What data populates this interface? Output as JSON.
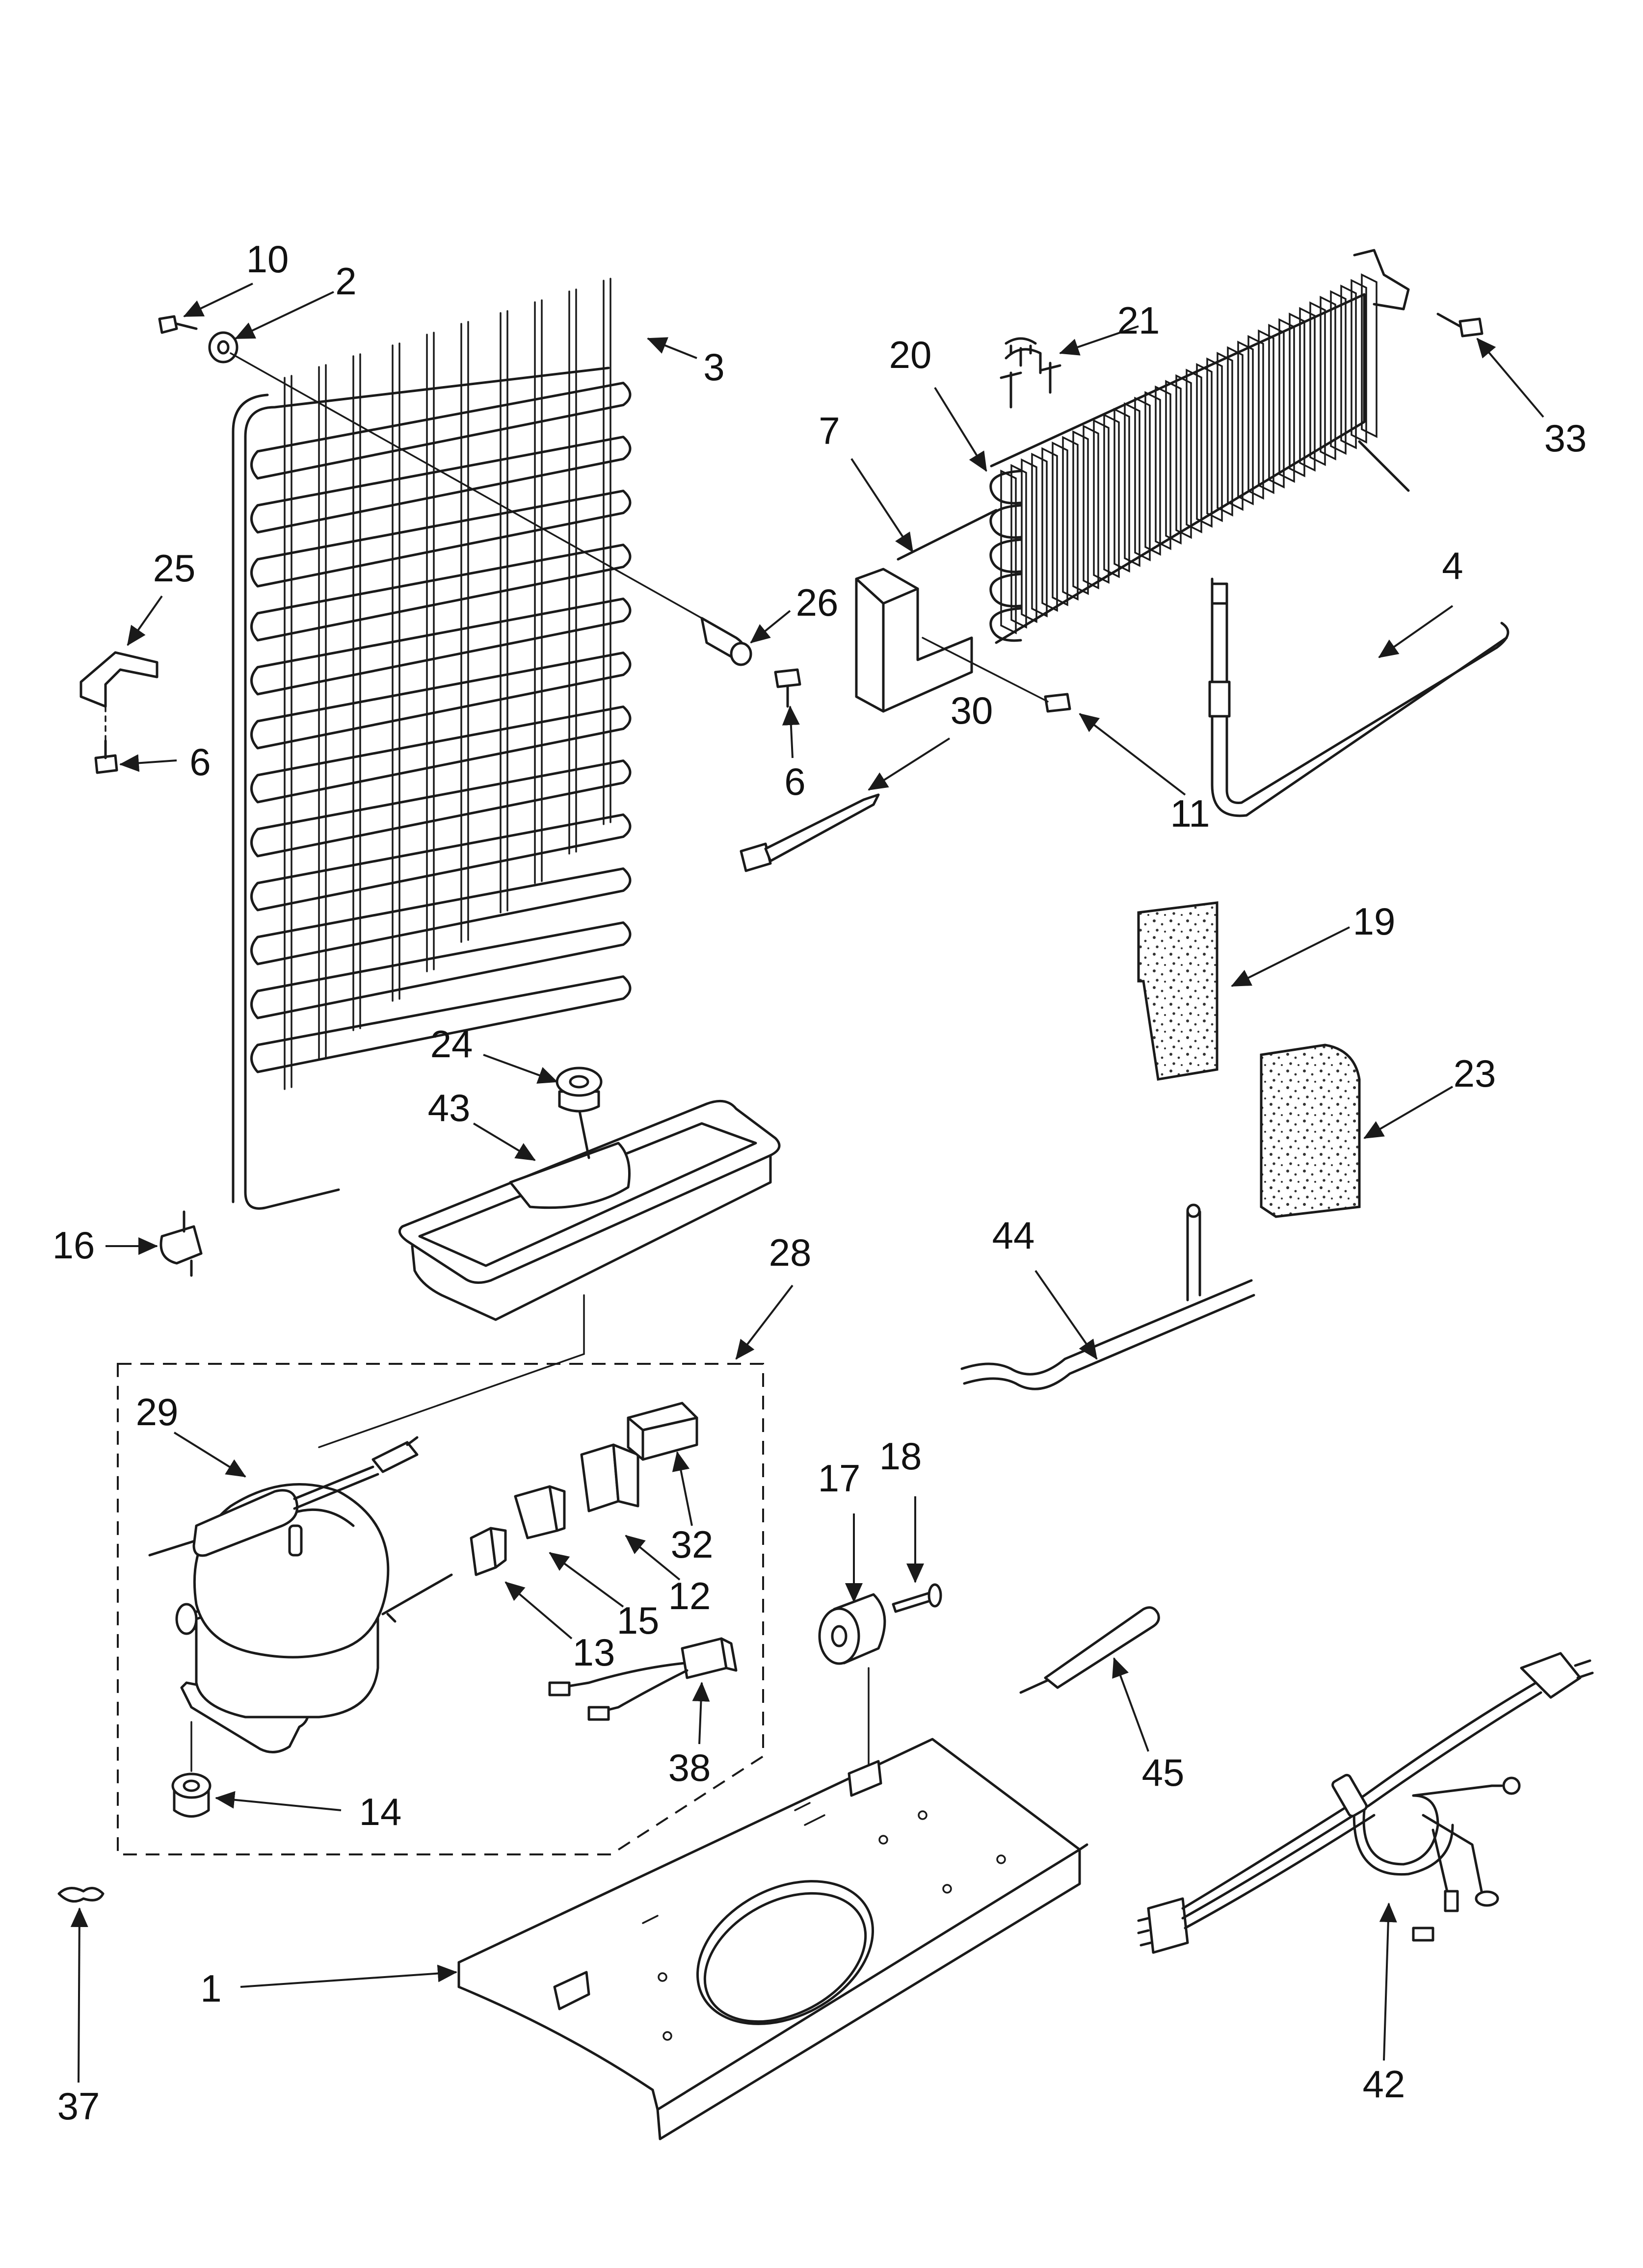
{
  "callouts": [
    {
      "id": "p10",
      "label": "10"
    },
    {
      "id": "p2",
      "label": "2"
    },
    {
      "id": "p3",
      "label": "3"
    },
    {
      "id": "p25",
      "label": "25"
    },
    {
      "id": "p6a",
      "label": "6"
    },
    {
      "id": "p26",
      "label": "26"
    },
    {
      "id": "p6b",
      "label": "6"
    },
    {
      "id": "p20",
      "label": "20"
    },
    {
      "id": "p21",
      "label": "21"
    },
    {
      "id": "p33",
      "label": "33"
    },
    {
      "id": "p7",
      "label": "7"
    },
    {
      "id": "p4",
      "label": "4"
    },
    {
      "id": "p30",
      "label": "30"
    },
    {
      "id": "p11",
      "label": "11"
    },
    {
      "id": "p19",
      "label": "19"
    },
    {
      "id": "p24",
      "label": "24"
    },
    {
      "id": "p43",
      "label": "43"
    },
    {
      "id": "p23",
      "label": "23"
    },
    {
      "id": "p16",
      "label": "16"
    },
    {
      "id": "p28",
      "label": "28"
    },
    {
      "id": "p44",
      "label": "44"
    },
    {
      "id": "p29",
      "label": "29"
    },
    {
      "id": "p32",
      "label": "32"
    },
    {
      "id": "p12",
      "label": "12"
    },
    {
      "id": "p15",
      "label": "15"
    },
    {
      "id": "p13",
      "label": "13"
    },
    {
      "id": "p17",
      "label": "17"
    },
    {
      "id": "p18",
      "label": "18"
    },
    {
      "id": "p45",
      "label": "45"
    },
    {
      "id": "p38",
      "label": "38"
    },
    {
      "id": "p14",
      "label": "14"
    },
    {
      "id": "p37",
      "label": "37"
    },
    {
      "id": "p1",
      "label": "1"
    },
    {
      "id": "p42",
      "label": "42"
    }
  ]
}
